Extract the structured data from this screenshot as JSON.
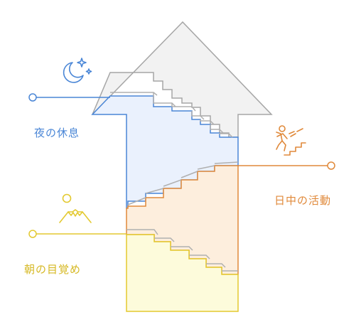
{
  "colors": {
    "rest": "#4a86d6",
    "rest_fill": "#eaf1fd",
    "active": "#e0893a",
    "active_fill": "#fdeedd",
    "wake": "#e3c930",
    "wake_fill": "#fdfbdb",
    "arrow_stroke": "#a6a6a6",
    "arrow_fill": "#f2f2f2"
  },
  "labels": {
    "rest": "夜の休息",
    "active": "日中の活動",
    "wake": "朝の目覚め"
  },
  "icons": {
    "rest": "moon-stars-icon",
    "active": "running-person-stairs-icon",
    "wake": "sunrise-mountain-icon"
  }
}
